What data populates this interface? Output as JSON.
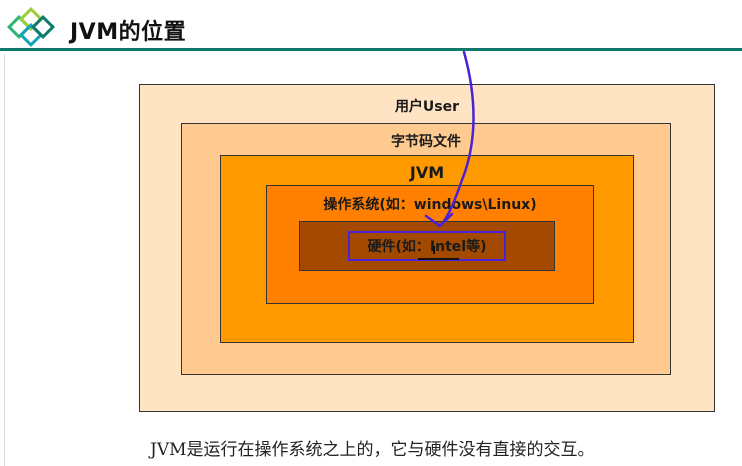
{
  "header": {
    "title": "JVM的位置",
    "logo_icon": "diamond-logo-icon",
    "accent_color": "#0f7a6c"
  },
  "diagram": {
    "layers": [
      {
        "label": "用户User",
        "color": "#ffe4c4"
      },
      {
        "label": "字节码文件",
        "color": "#ffca8f"
      },
      {
        "label": "JVM",
        "color": "#ff9a00"
      },
      {
        "label": "操作系统(如：windows\\Linux)",
        "color": "#ff7f00"
      },
      {
        "label": "硬件(如：Intel等)",
        "color": "#a34a00"
      }
    ],
    "annotation_color": "#4b22d8"
  },
  "caption": "JVM是运行在操作系统之上的，它与硬件没有直接的交互。"
}
